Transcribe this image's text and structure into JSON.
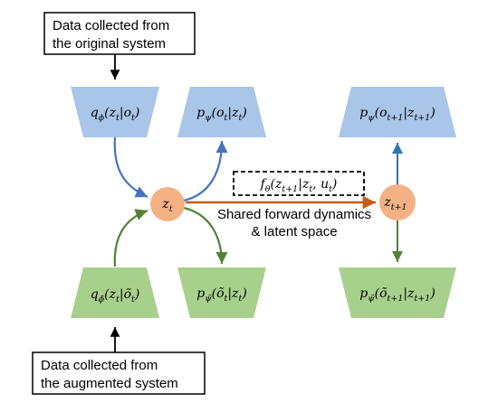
{
  "sources": {
    "original": {
      "line1": "Data collected from",
      "line2": "the original system"
    },
    "augmented": {
      "line1": "Data collected from",
      "line2": "the augmented system"
    }
  },
  "encoders": {
    "original": {
      "fn": "q",
      "fn_sub": "ϕ",
      "arg_main": "z",
      "arg_sub": "t",
      "cond_main": "o",
      "cond_sub": "t"
    },
    "augmented": {
      "fn": "q",
      "fn_sub": "ϕ̃",
      "arg_main": "z",
      "arg_sub": "t",
      "cond_main": "õ",
      "cond_sub": "t"
    }
  },
  "decoders": {
    "original_t": {
      "fn": "p",
      "fn_sub": "ψ",
      "arg_main": "o",
      "arg_sub": "t",
      "cond_main": "z",
      "cond_sub": "t"
    },
    "augmented_t": {
      "fn": "p",
      "fn_sub": "ψ̃",
      "arg_main": "õ",
      "arg_sub": "t",
      "cond_main": "z",
      "cond_sub": "t"
    },
    "original_t1": {
      "fn": "p",
      "fn_sub": "ψ",
      "arg_main": "o",
      "arg_sub": "t+1",
      "cond_main": "z",
      "cond_sub": "t+1"
    },
    "augmented_t1": {
      "fn": "p",
      "fn_sub": "ψ̃",
      "arg_main": "õ",
      "arg_sub": "t+1",
      "cond_main": "z",
      "cond_sub": "t+1"
    }
  },
  "latents": {
    "z_t": {
      "main": "z",
      "sub": "t"
    },
    "z_t1": {
      "main": "z",
      "sub": "t+1"
    }
  },
  "dynamics": {
    "fn": "f",
    "fn_sub": "θ",
    "arg_main": "z",
    "arg_sub": "t+1",
    "cond1_main": "z",
    "cond1_sub": "t",
    "cond2_main": "u",
    "cond2_sub": "t"
  },
  "caption": {
    "line1": "Shared forward dynamics",
    "line2": "& latent space"
  },
  "colors": {
    "blue_shape": "#a9c5e8",
    "green_shape": "#a8d08d",
    "node": "#f4b183",
    "blue_arrow": "#4472c4",
    "teal_arrow": "#2e75b6",
    "green_arrow": "#548235",
    "orange_arrow": "#c55a11",
    "black": "#000000"
  }
}
